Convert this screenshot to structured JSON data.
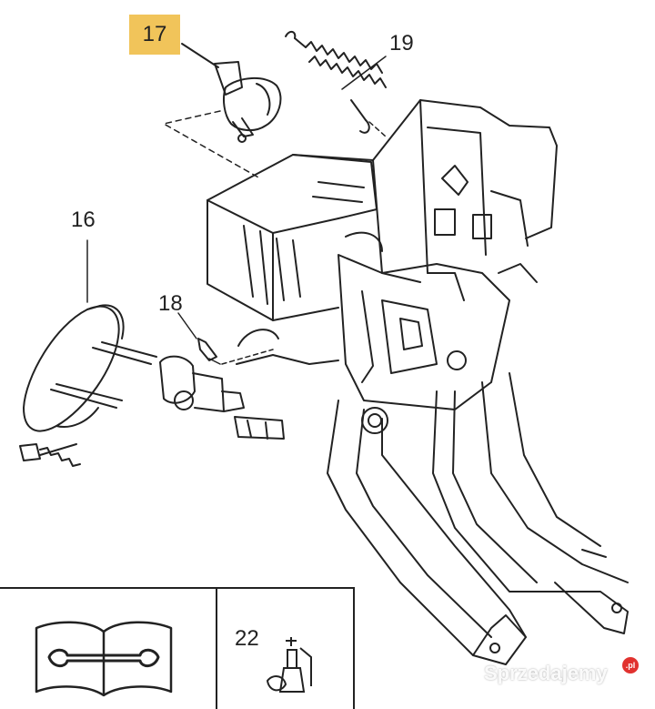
{
  "callouts": {
    "part_17": "17",
    "part_19": "19",
    "part_16": "16",
    "part_18": "18",
    "part_22": "22"
  },
  "colors": {
    "highlight": "#f1c45a",
    "line": "#222222",
    "watermark_dot": "#e1322f"
  },
  "icons": [
    "manual-wrench-icon",
    "vehicle-adjuster-icon"
  ],
  "watermark": {
    "text": "Sprzedajemy",
    "suffix": ".pl"
  }
}
